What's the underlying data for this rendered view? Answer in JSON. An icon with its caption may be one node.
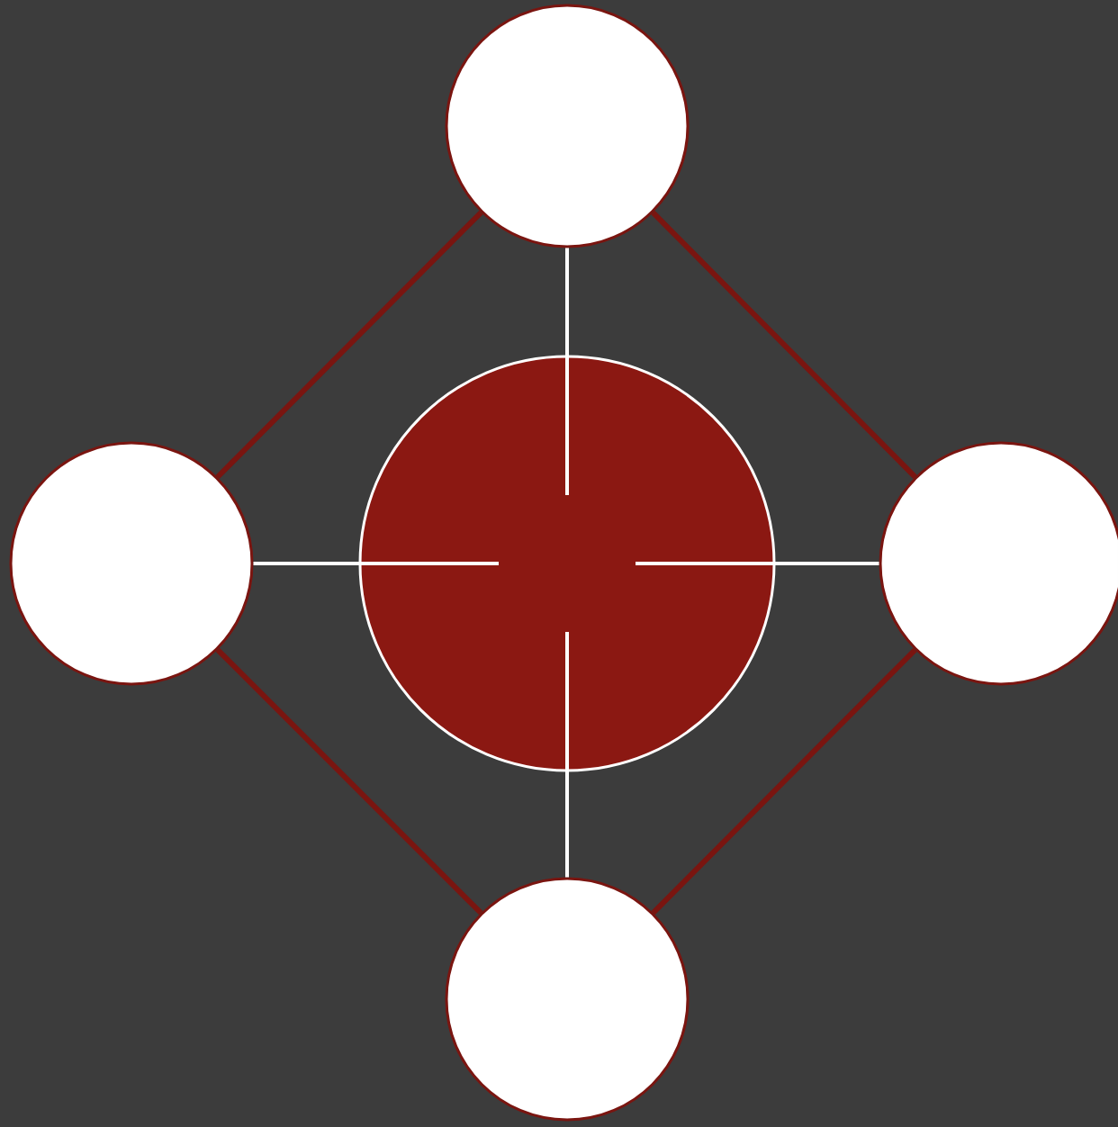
{
  "diagram": {
    "nodes": [
      {
        "text": [],
        "shape": "circle"
      },
      {
        "text": [],
        "shape": "circle"
      },
      {
        "text": [],
        "shape": "circle"
      },
      {
        "text": [],
        "shape": "circle"
      },
      {
        "text": [],
        "shape": "circle"
      }
    ],
    "edges": [
      {
        "from": 0,
        "to": 1,
        "arrow": "none"
      },
      {
        "from": 0,
        "to": 3,
        "arrow": "none"
      },
      {
        "from": 1,
        "to": 4,
        "arrow": "none"
      },
      {
        "from": 3,
        "to": 4,
        "arrow": "none"
      },
      {
        "from": 0,
        "to": 2,
        "arrow": "none",
        "color": "#ffffff"
      },
      {
        "from": 1,
        "to": 2,
        "arrow": "none",
        "color": "#ffffff"
      },
      {
        "from": 3,
        "to": 2,
        "arrow": "none",
        "color": "#ffffff"
      },
      {
        "from": 4,
        "to": 2,
        "arrow": "none",
        "color": "#ffffff"
      }
    ]
  }
}
